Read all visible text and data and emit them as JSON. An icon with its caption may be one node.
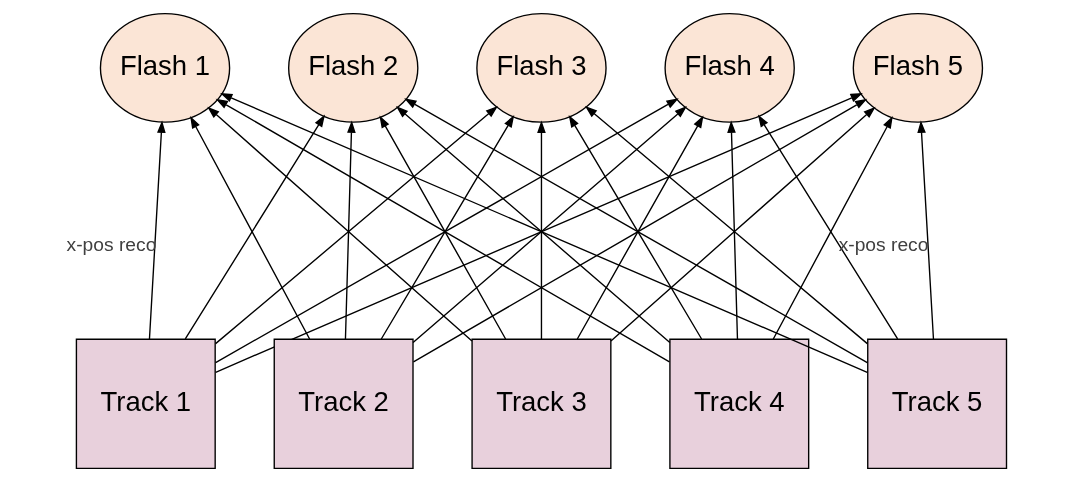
{
  "diagram": {
    "nodes": [
      {
        "text": [
          "Flash 1"
        ]
      },
      {
        "text": [
          "Flash 2"
        ]
      },
      {
        "text": [
          "Flash 3"
        ]
      },
      {
        "text": [
          "Flash 4"
        ]
      },
      {
        "text": [
          "Flash 5"
        ]
      },
      {
        "text": [
          "Track 1"
        ]
      },
      {
        "text": [
          "Track 2"
        ]
      },
      {
        "text": [
          "Track 3"
        ]
      },
      {
        "text": [
          "Track 4"
        ]
      },
      {
        "text": [
          "Track 5"
        ]
      }
    ],
    "edges": [
      {
        "from": 5,
        "to": 0,
        "arrow": "to",
        "label": "x-pos reco"
      },
      {
        "from": 5,
        "to": 1,
        "arrow": "to"
      },
      {
        "from": 5,
        "to": 2,
        "arrow": "to"
      },
      {
        "from": 5,
        "to": 3,
        "arrow": "to"
      },
      {
        "from": 5,
        "to": 4,
        "arrow": "to"
      },
      {
        "from": 6,
        "to": 0,
        "arrow": "to"
      },
      {
        "from": 6,
        "to": 1,
        "arrow": "to"
      },
      {
        "from": 6,
        "to": 2,
        "arrow": "to"
      },
      {
        "from": 6,
        "to": 3,
        "arrow": "to"
      },
      {
        "from": 6,
        "to": 4,
        "arrow": "to"
      },
      {
        "from": 7,
        "to": 0,
        "arrow": "to"
      },
      {
        "from": 7,
        "to": 1,
        "arrow": "to"
      },
      {
        "from": 7,
        "to": 2,
        "arrow": "to"
      },
      {
        "from": 7,
        "to": 3,
        "arrow": "to"
      },
      {
        "from": 7,
        "to": 4,
        "arrow": "to"
      },
      {
        "from": 8,
        "to": 0,
        "arrow": "to"
      },
      {
        "from": 8,
        "to": 1,
        "arrow": "to"
      },
      {
        "from": 8,
        "to": 2,
        "arrow": "to"
      },
      {
        "from": 8,
        "to": 3,
        "arrow": "to"
      },
      {
        "from": 8,
        "to": 4,
        "arrow": "to"
      },
      {
        "from": 9,
        "to": 0,
        "arrow": "to"
      },
      {
        "from": 9,
        "to": 1,
        "arrow": "to"
      },
      {
        "from": 9,
        "to": 2,
        "arrow": "to"
      },
      {
        "from": 9,
        "to": 3,
        "arrow": "to"
      },
      {
        "from": 9,
        "to": 4,
        "arrow": "to",
        "label": "x-pos reco"
      }
    ]
  }
}
